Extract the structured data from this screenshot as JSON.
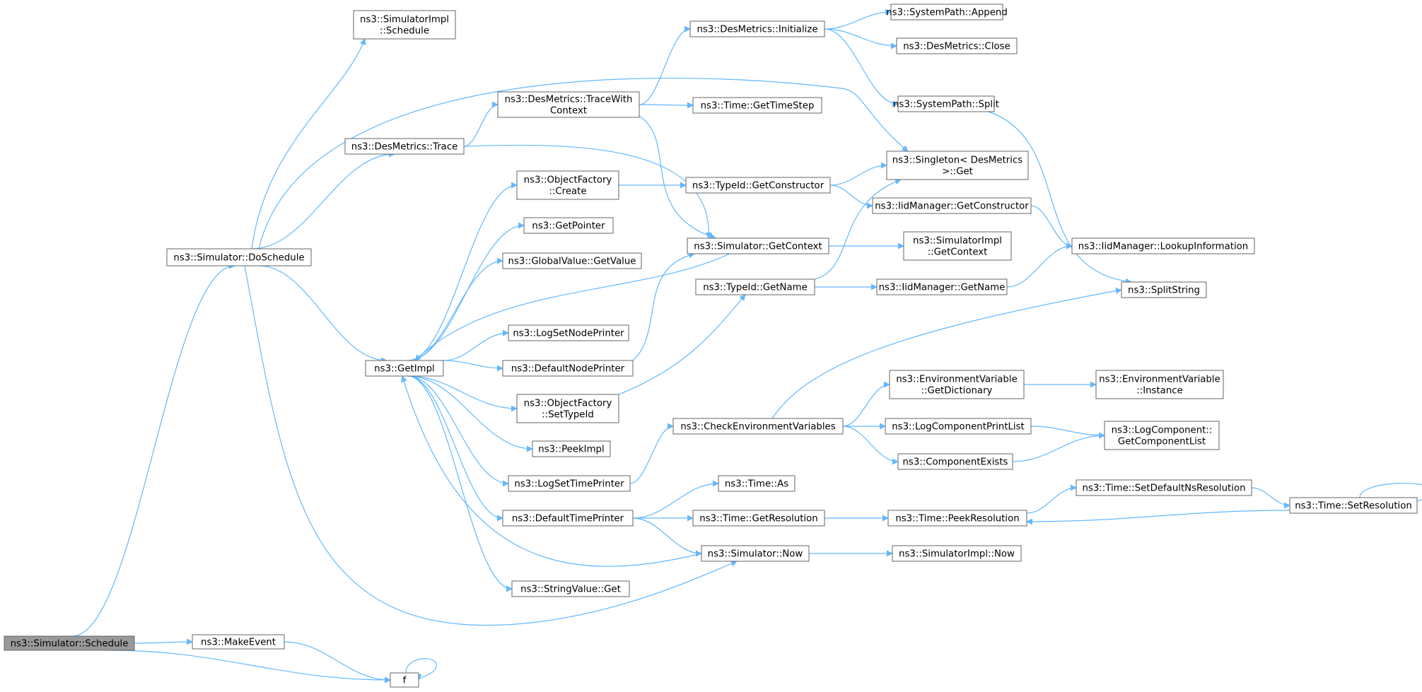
{
  "colors": {
    "edge": "#63b8ff",
    "node_border": "#666666",
    "node_fill": "#ffffff",
    "root_fill": "#999999"
  },
  "nodes": {
    "schedule": [
      "ns3::Simulator::Schedule"
    ],
    "makeevent": [
      "ns3::MakeEvent"
    ],
    "f": [
      "f"
    ],
    "doschedule": [
      "ns3::Simulator::DoSchedule"
    ],
    "implschedule": [
      "ns3::SimulatorImpl",
      "::Schedule"
    ],
    "trace": [
      "ns3::DesMetrics::Trace"
    ],
    "getimpl": [
      "ns3::GetImpl"
    ],
    "tracewith": [
      "ns3::DesMetrics::TraceWith",
      "Context"
    ],
    "initialize": [
      "ns3::DesMetrics::Initialize"
    ],
    "append": [
      "ns3::SystemPath::Append"
    ],
    "close": [
      "ns3::DesMetrics::Close"
    ],
    "split": [
      "ns3::SystemPath::Split"
    ],
    "gettimestep": [
      "ns3::Time::GetTimeStep"
    ],
    "singleton": [
      "ns3::Singleton< DesMetrics",
      ">::Get"
    ],
    "objcreate": [
      "ns3::ObjectFactory",
      "::Create"
    ],
    "getconstructor": [
      "ns3::TypeId::GetConstructor"
    ],
    "iidgetconstructor": [
      "ns3::IidManager::GetConstructor"
    ],
    "getpointer": [
      "ns3::GetPointer"
    ],
    "getcontext": [
      "ns3::Simulator::GetContext"
    ],
    "implgetcontext": [
      "ns3::SimulatorImpl",
      "::GetContext"
    ],
    "lookup": [
      "ns3::IidManager::LookupInformation"
    ],
    "globalvalue": [
      "ns3::GlobalValue::GetValue"
    ],
    "typeidname": [
      "ns3::TypeId::GetName"
    ],
    "iidname": [
      "ns3::IidManager::GetName"
    ],
    "splitstring": [
      "ns3::SplitString"
    ],
    "lognodeprinter": [
      "ns3::LogSetNodePrinter"
    ],
    "defaultnodeprinter": [
      "ns3::DefaultNodePrinter"
    ],
    "envdict": [
      "ns3::EnvironmentVariable",
      "::GetDictionary"
    ],
    "envinstance": [
      "ns3::EnvironmentVariable",
      "::Instance"
    ],
    "settypeid": [
      "ns3::ObjectFactory",
      "::SetTypeId"
    ],
    "checkenv": [
      "ns3::CheckEnvironmentVariables"
    ],
    "logcompprint": [
      "ns3::LogComponentPrintList"
    ],
    "getcomplist": [
      "ns3::LogComponent::",
      "GetComponentList"
    ],
    "peekimpl": [
      "ns3::PeekImpl"
    ],
    "compexists": [
      "ns3::ComponentExists"
    ],
    "logtimeprinter": [
      "ns3::LogSetTimePrinter"
    ],
    "timeas": [
      "ns3::Time::As"
    ],
    "setdefaultns": [
      "ns3::Time::SetDefaultNsResolution"
    ],
    "setresolution": [
      "ns3::Time::SetResolution"
    ],
    "defaulttimeprinter": [
      "ns3::DefaultTimePrinter"
    ],
    "getresolution": [
      "ns3::Time::GetResolution"
    ],
    "peekresolution": [
      "ns3::Time::PeekResolution"
    ],
    "simnow": [
      "ns3::Simulator::Now"
    ],
    "implnow": [
      "ns3::SimulatorImpl::Now"
    ],
    "stringget": [
      "ns3::StringValue::Get"
    ]
  }
}
